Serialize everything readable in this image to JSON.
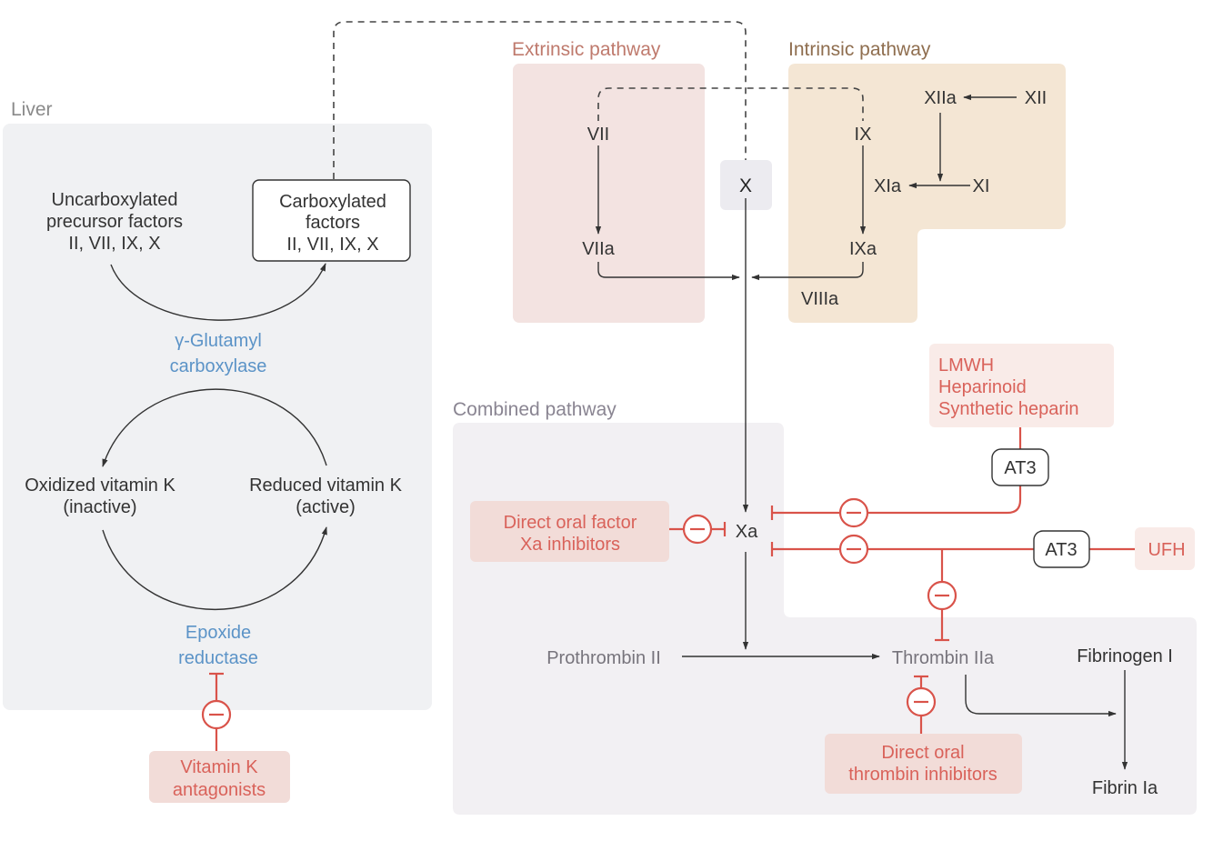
{
  "colors": {
    "liver_bg": "#f0f1f3",
    "extrinsic_bg": "#f3e3e1",
    "intrinsic_bg": "#f4e6d4",
    "combined_bg": "#f2f0f3",
    "factor_x_bg": "#ecebf0",
    "drug_bg": "#f2dcd8",
    "drug_bg_light": "#f9ebe8",
    "inhibit_red": "#d9534a",
    "drug_text": "#d9625a",
    "enzyme_blue": "#5b93c7",
    "text_dark": "#333333",
    "text_gray": "#77747c",
    "extrinsic_title": "#bf7a6d",
    "intrinsic_title": "#8f6e4f",
    "region_title_gray": "#8a8a8a",
    "combined_title": "#8a8592"
  },
  "regions": {
    "liver": {
      "title": "Liver"
    },
    "extrinsic": {
      "title": "Extrinsic pathway"
    },
    "intrinsic": {
      "title": "Intrinsic pathway"
    },
    "combined": {
      "title": "Combined pathway"
    }
  },
  "liver": {
    "uncarboxylated": [
      "Uncarboxylated",
      "precursor factors",
      "II, VII, IX, X"
    ],
    "carboxylated": [
      "Carboxylated",
      "factors",
      "II, VII, IX, X"
    ],
    "carboxylase": [
      "γ-Glutamyl",
      "carboxylase"
    ],
    "oxidized": [
      "Oxidized vitamin K",
      "(inactive)"
    ],
    "reduced": [
      "Reduced vitamin K",
      "(active)"
    ],
    "epoxide": [
      "Epoxide",
      "reductase"
    ],
    "vka": [
      "Vitamin K",
      "antagonists"
    ]
  },
  "extrinsic": {
    "vii": "VII",
    "viia": "VIIa"
  },
  "factor_x": "X",
  "intrinsic": {
    "ix": "IX",
    "ixa": "IXa",
    "viiia": "VIIIa",
    "xi": "XI",
    "xia": "XIa",
    "xii": "XII",
    "xiia": "XIIa"
  },
  "combined": {
    "xa": "Xa",
    "prothrombin": "Prothrombin II",
    "thrombin": "Thrombin IIa",
    "fibrinogen": "Fibrinogen I",
    "fibrin": "Fibrin Ia",
    "doac_xa": [
      "Direct oral factor",
      "Xa inhibitors"
    ],
    "doac_thrombin": [
      "Direct oral",
      "thrombin inhibitors"
    ]
  },
  "heparins": {
    "lmwh_group": [
      "LMWH",
      "Heparinoid",
      "Synthetic heparin"
    ],
    "at3_upper": "AT3",
    "at3_lower": "AT3",
    "ufh": "UFH"
  },
  "inhibit_symbol": "−"
}
